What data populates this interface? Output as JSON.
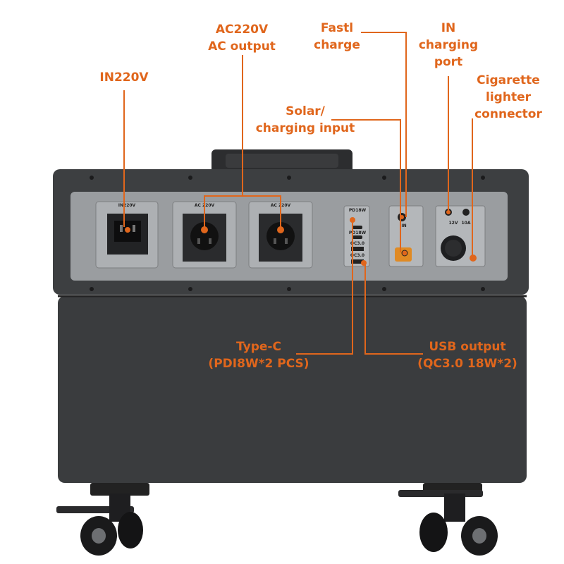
{
  "callouts": {
    "in220v": "IN220V",
    "ac_output_line1": "AC220V",
    "ac_output_line2": "AC output",
    "fast_charge_line1": "Fastl",
    "fast_charge_line2": "charge",
    "solar_line1": "Solar/",
    "solar_line2": "charging input",
    "in_port_line1": "IN",
    "in_port_line2": "charging",
    "in_port_line3": "port",
    "cig_line1": "Cigarette",
    "cig_line2": "lighter",
    "cig_line3": "connector",
    "typec_line1": "Type-C",
    "typec_line2": "(PDI8W*2 PCS)",
    "usb_line1": "USB output",
    "usb_line2": "(QC3.0 18W*2)"
  },
  "panel_text": {
    "in220v": "IN220V",
    "ac1": "AC 220V",
    "ac2": "AC 220V",
    "pd_top": "PD18W",
    "pd_bottom": "PD18W",
    "qc_top": "QC3.0",
    "qc_bottom": "QC3.0",
    "in_small": "IN",
    "v12": "12V",
    "a10": "10A"
  },
  "colors": {
    "accent": "#e0661c",
    "body": "#3a3c3e",
    "panel": "#9a9da0"
  }
}
